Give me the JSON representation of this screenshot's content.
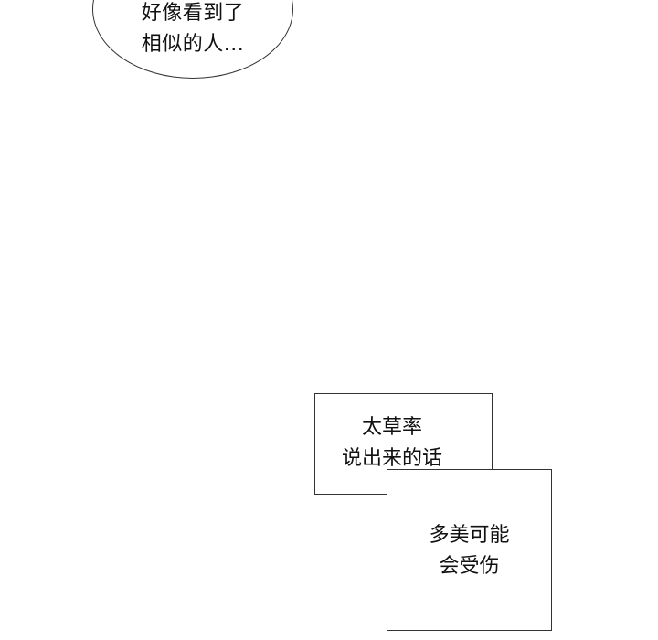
{
  "panel": {
    "speech_bubble": {
      "shape": "ellipse",
      "lines": [
        "好像看到了",
        "相似的人..."
      ]
    },
    "caption_box_1": {
      "shape": "rectangle",
      "lines": [
        "太草率",
        "说出来的话"
      ]
    },
    "caption_box_2": {
      "shape": "rectangle",
      "lines": [
        "多美可能",
        "会受伤"
      ]
    }
  },
  "colors": {
    "background": "#ffffff",
    "border": "#333333",
    "text": "#111111"
  }
}
